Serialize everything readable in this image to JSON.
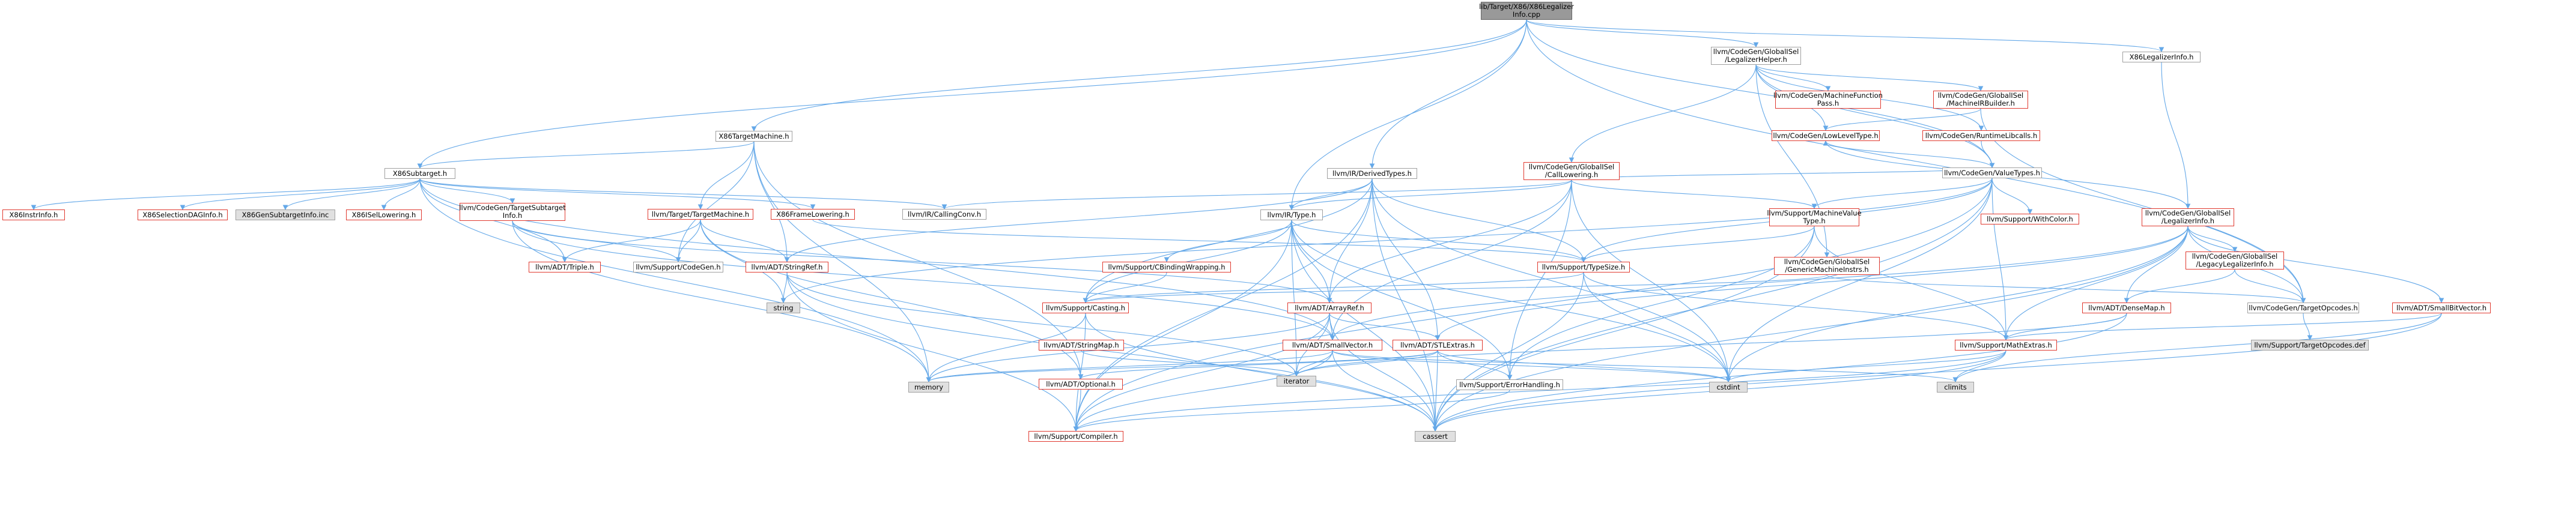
{
  "graph": {
    "edge_color": "#64a8e8",
    "root_color": "#999999",
    "missing_border_color": "#e03a30",
    "system_fill": "#e0e0e0",
    "nodes": [
      {
        "id": "root",
        "label": "lib/Target/X86/X86Legalizer\nInfo.cpp",
        "kind": "root"
      },
      {
        "id": "helper",
        "label": "llvm/CodeGen/GlobalISel\n/LegalizerHelper.h",
        "kind": "normal"
      },
      {
        "id": "x86li",
        "label": "X86LegalizerInfo.h",
        "kind": "normal"
      },
      {
        "id": "mfpass",
        "label": "llvm/CodeGen/MachineFunction\nPass.h",
        "kind": "missing"
      },
      {
        "id": "mirb",
        "label": "llvm/CodeGen/GlobalISel\n/MachineIRBuilder.h",
        "kind": "missing"
      },
      {
        "id": "x86tm",
        "label": "X86TargetMachine.h",
        "kind": "normal"
      },
      {
        "id": "lowlevel",
        "label": "llvm/CodeGen/LowLevelType.h",
        "kind": "missing"
      },
      {
        "id": "rtlib",
        "label": "llvm/CodeGen/RuntimeLibcalls.h",
        "kind": "missing"
      },
      {
        "id": "x86st",
        "label": "X86Subtarget.h",
        "kind": "normal"
      },
      {
        "id": "dtypes",
        "label": "llvm/IR/DerivedTypes.h",
        "kind": "normal"
      },
      {
        "id": "calllow",
        "label": "llvm/CodeGen/GlobalISel\n/CallLowering.h",
        "kind": "missing"
      },
      {
        "id": "cgvt",
        "label": "llvm/CodeGen/ValueTypes.h",
        "kind": "normal"
      },
      {
        "id": "legalinfo",
        "label": "llvm/CodeGen/GlobalISel\n/LegalizerInfo.h",
        "kind": "missing"
      },
      {
        "id": "instrinfo",
        "label": "X86InstrInfo.h",
        "kind": "missing"
      },
      {
        "id": "seldag",
        "label": "X86SelectionDAGInfo.h",
        "kind": "missing"
      },
      {
        "id": "gensub",
        "label": "X86GenSubtargetInfo.inc",
        "kind": "system"
      },
      {
        "id": "isel",
        "label": "X86ISelLowering.h",
        "kind": "missing"
      },
      {
        "id": "tsubinfo",
        "label": "llvm/CodeGen/TargetSubtarget\nInfo.h",
        "kind": "missing"
      },
      {
        "id": "ttm",
        "label": "llvm/Target/TargetMachine.h",
        "kind": "missing"
      },
      {
        "id": "frame",
        "label": "X86FrameLowering.h",
        "kind": "missing"
      },
      {
        "id": "callconv",
        "label": "llvm/IR/CallingConv.h",
        "kind": "normal"
      },
      {
        "id": "irtype",
        "label": "llvm/IR/Type.h",
        "kind": "normal"
      },
      {
        "id": "mvt",
        "label": "llvm/Support/MachineValue\nType.h",
        "kind": "missing"
      },
      {
        "id": "withcolor",
        "label": "llvm/Support/WithColor.h",
        "kind": "missing"
      },
      {
        "id": "legacy",
        "label": "llvm/CodeGen/GlobalISel\n/LegacyLegalizerInfo.h",
        "kind": "missing"
      },
      {
        "id": "triple",
        "label": "llvm/ADT/Triple.h",
        "kind": "missing"
      },
      {
        "id": "codegen",
        "label": "llvm/Support/CodeGen.h",
        "kind": "normal"
      },
      {
        "id": "stringref",
        "label": "llvm/ADT/StringRef.h",
        "kind": "missing"
      },
      {
        "id": "cbind",
        "label": "llvm/Support/CBindingWrapping.h",
        "kind": "missing"
      },
      {
        "id": "typesize",
        "label": "llvm/Support/TypeSize.h",
        "kind": "missing"
      },
      {
        "id": "genmi",
        "label": "llvm/CodeGen/GlobalISel\n/GenericMachineInstrs.h",
        "kind": "missing"
      },
      {
        "id": "string",
        "label": "string",
        "kind": "system"
      },
      {
        "id": "casting",
        "label": "llvm/Support/Casting.h",
        "kind": "missing"
      },
      {
        "id": "arrayref",
        "label": "llvm/ADT/ArrayRef.h",
        "kind": "missing"
      },
      {
        "id": "targetop",
        "label": "llvm/CodeGen/TargetOpcodes.h",
        "kind": "normal"
      },
      {
        "id": "densemap",
        "label": "llvm/ADT/DenseMap.h",
        "kind": "missing"
      },
      {
        "id": "smallbit",
        "label": "llvm/ADT/SmallBitVector.h",
        "kind": "missing"
      },
      {
        "id": "stringmap",
        "label": "llvm/ADT/StringMap.h",
        "kind": "missing"
      },
      {
        "id": "smallvec",
        "label": "llvm/ADT/SmallVector.h",
        "kind": "missing"
      },
      {
        "id": "stlextras",
        "label": "llvm/ADT/STLExtras.h",
        "kind": "missing"
      },
      {
        "id": "mathextras",
        "label": "llvm/Support/MathExtras.h",
        "kind": "missing"
      },
      {
        "id": "opdef",
        "label": "llvm/Support/TargetOpcodes.def",
        "kind": "system"
      },
      {
        "id": "memory",
        "label": "memory",
        "kind": "system"
      },
      {
        "id": "iterator",
        "label": "iterator",
        "kind": "system"
      },
      {
        "id": "optional",
        "label": "llvm/ADT/Optional.h",
        "kind": "missing"
      },
      {
        "id": "errhand",
        "label": "llvm/Support/ErrorHandling.h",
        "kind": "normal"
      },
      {
        "id": "cstdint",
        "label": "cstdint",
        "kind": "system"
      },
      {
        "id": "climits",
        "label": "climits",
        "kind": "system"
      },
      {
        "id": "compiler",
        "label": "llvm/Support/Compiler.h",
        "kind": "missing"
      },
      {
        "id": "cassert",
        "label": "cassert",
        "kind": "system"
      }
    ],
    "edges": [
      [
        "root",
        "helper"
      ],
      [
        "root",
        "x86li"
      ],
      [
        "root",
        "x86tm"
      ],
      [
        "root",
        "x86st"
      ],
      [
        "root",
        "dtypes"
      ],
      [
        "root",
        "cgvt"
      ],
      [
        "root",
        "irtype"
      ],
      [
        "root",
        "targetop"
      ],
      [
        "helper",
        "mfpass"
      ],
      [
        "helper",
        "mirb"
      ],
      [
        "helper",
        "lowlevel"
      ],
      [
        "helper",
        "rtlib"
      ],
      [
        "helper",
        "calllow"
      ],
      [
        "helper",
        "genmi"
      ],
      [
        "helper",
        "cgvt"
      ],
      [
        "x86li",
        "legalinfo"
      ],
      [
        "mirb",
        "lowlevel"
      ],
      [
        "mirb",
        "targetop"
      ],
      [
        "lowlevel",
        "cgvt"
      ],
      [
        "rtlib",
        "cgvt"
      ],
      [
        "x86tm",
        "x86st"
      ],
      [
        "x86tm",
        "ttm"
      ],
      [
        "x86tm",
        "stringref"
      ],
      [
        "x86tm",
        "optional"
      ],
      [
        "x86tm",
        "codegen"
      ],
      [
        "x86tm",
        "memory"
      ],
      [
        "x86st",
        "instrinfo"
      ],
      [
        "x86st",
        "seldag"
      ],
      [
        "x86st",
        "gensub"
      ],
      [
        "x86st",
        "isel"
      ],
      [
        "x86st",
        "tsubinfo"
      ],
      [
        "x86st",
        "frame"
      ],
      [
        "x86st",
        "callconv"
      ],
      [
        "x86st",
        "triple"
      ],
      [
        "x86st",
        "memory"
      ],
      [
        "x86st",
        "smallvec"
      ],
      [
        "tsubinfo",
        "arrayref"
      ],
      [
        "tsubinfo",
        "codegen"
      ],
      [
        "tsubinfo",
        "smallvec"
      ],
      [
        "tsubinfo",
        "memory"
      ],
      [
        "ttm",
        "triple"
      ],
      [
        "ttm",
        "codegen"
      ],
      [
        "ttm",
        "stringref"
      ],
      [
        "ttm",
        "optional"
      ],
      [
        "ttm",
        "string"
      ],
      [
        "frame",
        "typesize"
      ],
      [
        "dtypes",
        "irtype"
      ],
      [
        "dtypes",
        "arrayref"
      ],
      [
        "dtypes",
        "stlextras"
      ],
      [
        "dtypes",
        "stringref"
      ],
      [
        "dtypes",
        "casting"
      ],
      [
        "dtypes",
        "compiler"
      ],
      [
        "dtypes",
        "typesize"
      ],
      [
        "dtypes",
        "cassert"
      ],
      [
        "dtypes",
        "cstdint"
      ],
      [
        "calllow",
        "cgvt"
      ],
      [
        "calllow",
        "callconv"
      ],
      [
        "calllow",
        "irtype"
      ],
      [
        "calllow",
        "mvt"
      ],
      [
        "calllow",
        "arrayref"
      ],
      [
        "calllow",
        "smallvec"
      ],
      [
        "calllow",
        "errhand"
      ],
      [
        "calllow",
        "cstdint"
      ],
      [
        "cgvt",
        "mvt"
      ],
      [
        "cgvt",
        "withcolor"
      ],
      [
        "cgvt",
        "typesize"
      ],
      [
        "cgvt",
        "mathextras"
      ],
      [
        "cgvt",
        "compiler"
      ],
      [
        "cgvt",
        "cassert"
      ],
      [
        "cgvt",
        "cstdint"
      ],
      [
        "cgvt",
        "string"
      ],
      [
        "legalinfo",
        "legacy"
      ],
      [
        "legalinfo",
        "targetop"
      ],
      [
        "legalinfo",
        "densemap"
      ],
      [
        "legalinfo",
        "smallbit"
      ],
      [
        "legalinfo",
        "mathextras"
      ],
      [
        "legalinfo",
        "lowlevel"
      ],
      [
        "legalinfo",
        "stlextras"
      ],
      [
        "legalinfo",
        "smallvec"
      ],
      [
        "legalinfo",
        "cstdint"
      ],
      [
        "legalinfo",
        "cassert"
      ],
      [
        "legacy",
        "targetop"
      ],
      [
        "legacy",
        "densemap"
      ],
      [
        "irtype",
        "arrayref"
      ],
      [
        "irtype",
        "cbind"
      ],
      [
        "irtype",
        "casting"
      ],
      [
        "irtype",
        "compiler"
      ],
      [
        "irtype",
        "typesize"
      ],
      [
        "irtype",
        "cassert"
      ],
      [
        "irtype",
        "cstdint"
      ],
      [
        "irtype",
        "iterator"
      ],
      [
        "irtype",
        "errhand"
      ],
      [
        "mvt",
        "typesize"
      ],
      [
        "mvt",
        "mathextras"
      ],
      [
        "mvt",
        "errhand"
      ],
      [
        "mvt",
        "cassert"
      ],
      [
        "stringref",
        "string"
      ],
      [
        "stringref",
        "compiler"
      ],
      [
        "stringref",
        "cassert"
      ],
      [
        "stringref",
        "iterator"
      ],
      [
        "cbind",
        "casting"
      ],
      [
        "typesize",
        "mathextras"
      ],
      [
        "typesize",
        "cassert"
      ],
      [
        "typesize",
        "cstdint"
      ],
      [
        "typesize",
        "casting"
      ],
      [
        "genmi",
        "targetop"
      ],
      [
        "genmi",
        "casting"
      ],
      [
        "casting",
        "memory"
      ],
      [
        "casting",
        "compiler"
      ],
      [
        "casting",
        "cassert"
      ],
      [
        "arrayref",
        "smallvec"
      ],
      [
        "arrayref",
        "stlextras"
      ],
      [
        "arrayref",
        "compiler"
      ],
      [
        "arrayref",
        "cassert"
      ],
      [
        "arrayref",
        "iterator"
      ],
      [
        "arrayref",
        "memory"
      ],
      [
        "targetop",
        "opdef"
      ],
      [
        "densemap",
        "mathextras"
      ],
      [
        "densemap",
        "cassert"
      ],
      [
        "densemap",
        "iterator"
      ],
      [
        "smallbit",
        "mathextras"
      ],
      [
        "smallbit",
        "cassert"
      ],
      [
        "smallbit",
        "climits"
      ],
      [
        "stringmap",
        "iterator"
      ],
      [
        "smallvec",
        "compiler"
      ],
      [
        "smallvec",
        "cassert"
      ],
      [
        "smallvec",
        "iterator"
      ],
      [
        "smallvec",
        "memory"
      ],
      [
        "smallvec",
        "cstdint"
      ],
      [
        "smallvec",
        "climits"
      ],
      [
        "stlextras",
        "optional"
      ],
      [
        "stlextras",
        "errhand"
      ],
      [
        "stlextras",
        "cassert"
      ],
      [
        "stlextras",
        "cstdint"
      ],
      [
        "stlextras",
        "iterator"
      ],
      [
        "stlextras",
        "memory"
      ],
      [
        "mathextras",
        "compiler"
      ],
      [
        "mathextras",
        "cassert"
      ],
      [
        "mathextras",
        "climits"
      ],
      [
        "mathextras",
        "cstdint"
      ],
      [
        "optional",
        "compiler"
      ],
      [
        "errhand",
        "compiler"
      ]
    ]
  }
}
